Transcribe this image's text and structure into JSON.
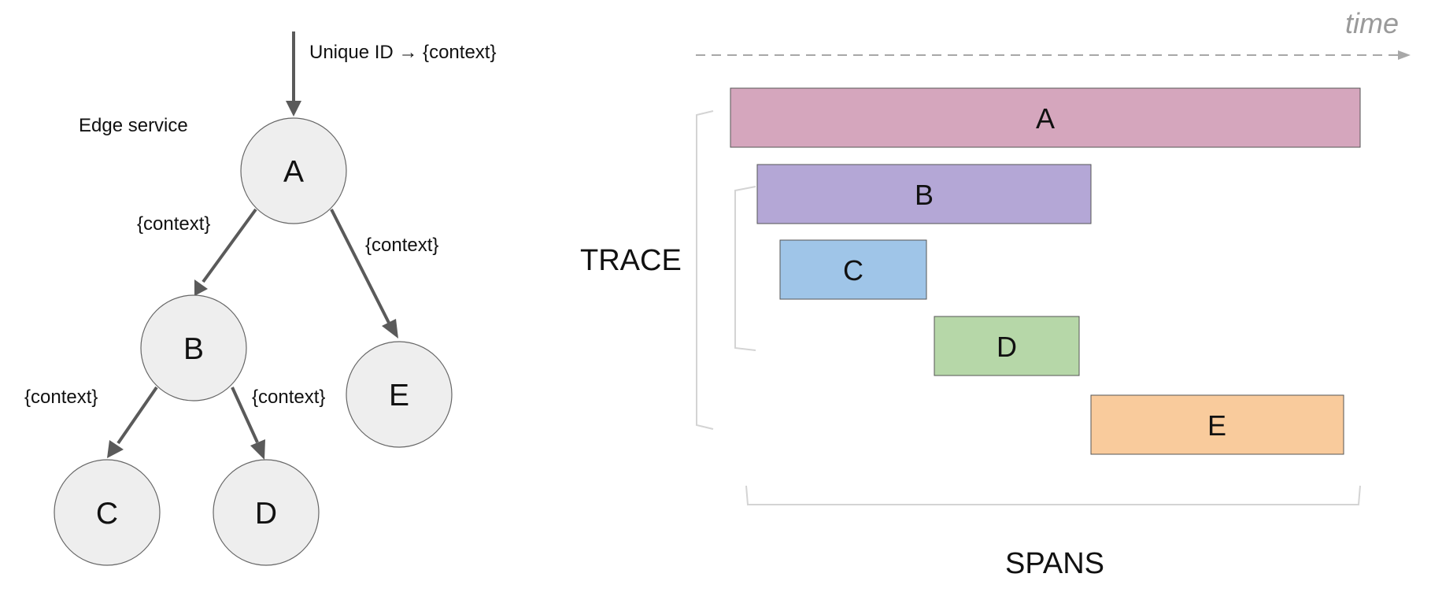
{
  "tree": {
    "entry_label": "Unique ID → {context}",
    "edge_service_label": "Edge service",
    "nodes": [
      {
        "id": "A",
        "label": "A"
      },
      {
        "id": "B",
        "label": "B"
      },
      {
        "id": "C",
        "label": "C"
      },
      {
        "id": "D",
        "label": "D"
      },
      {
        "id": "E",
        "label": "E"
      }
    ],
    "edges": [
      {
        "from": "A",
        "to": "B",
        "label": "{context}"
      },
      {
        "from": "A",
        "to": "E",
        "label": "{context}"
      },
      {
        "from": "B",
        "to": "C",
        "label": "{context}"
      },
      {
        "from": "B",
        "to": "D",
        "label": "{context}"
      }
    ]
  },
  "timeline": {
    "axis_label": "time",
    "trace_label": "TRACE",
    "spans_label": "SPANS",
    "spans": [
      {
        "label": "A",
        "color": "#d5a6bd"
      },
      {
        "label": "B",
        "color": "#b4a7d6"
      },
      {
        "label": "C",
        "color": "#9fc5e8"
      },
      {
        "label": "D",
        "color": "#b6d7a8"
      },
      {
        "label": "E",
        "color": "#f9cb9c"
      }
    ]
  }
}
